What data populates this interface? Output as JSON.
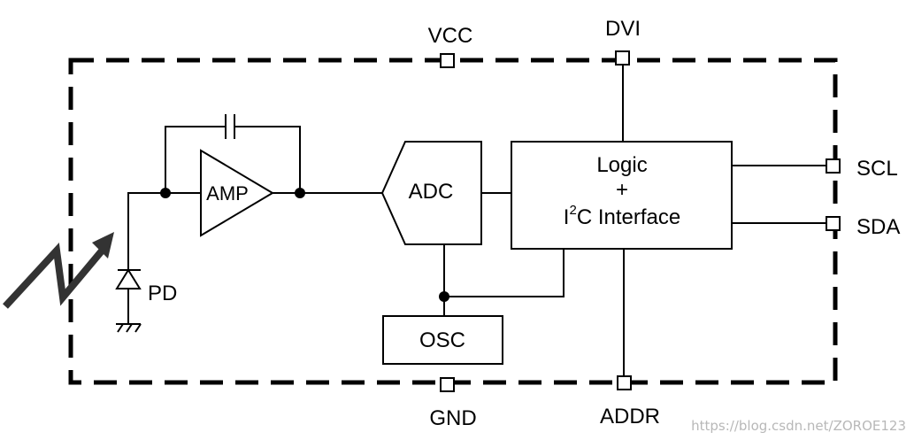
{
  "pins": {
    "vcc": "VCC",
    "dvi": "DVI",
    "gnd": "GND",
    "addr": "ADDR",
    "scl": "SCL",
    "sda": "SDA"
  },
  "blocks": {
    "amp": "AMP",
    "adc": "ADC",
    "osc": "OSC",
    "logic_line1": "Logic",
    "logic_line2": "+",
    "logic_i": "I",
    "logic_sup": "2",
    "logic_rest": "C Interface"
  },
  "components": {
    "photodiode": "PD"
  },
  "watermark": "https://blog.csdn.net/ZOROE123",
  "colors": {
    "line": "#000000",
    "background": "#ffffff",
    "watermark": "#b8b8b8"
  }
}
